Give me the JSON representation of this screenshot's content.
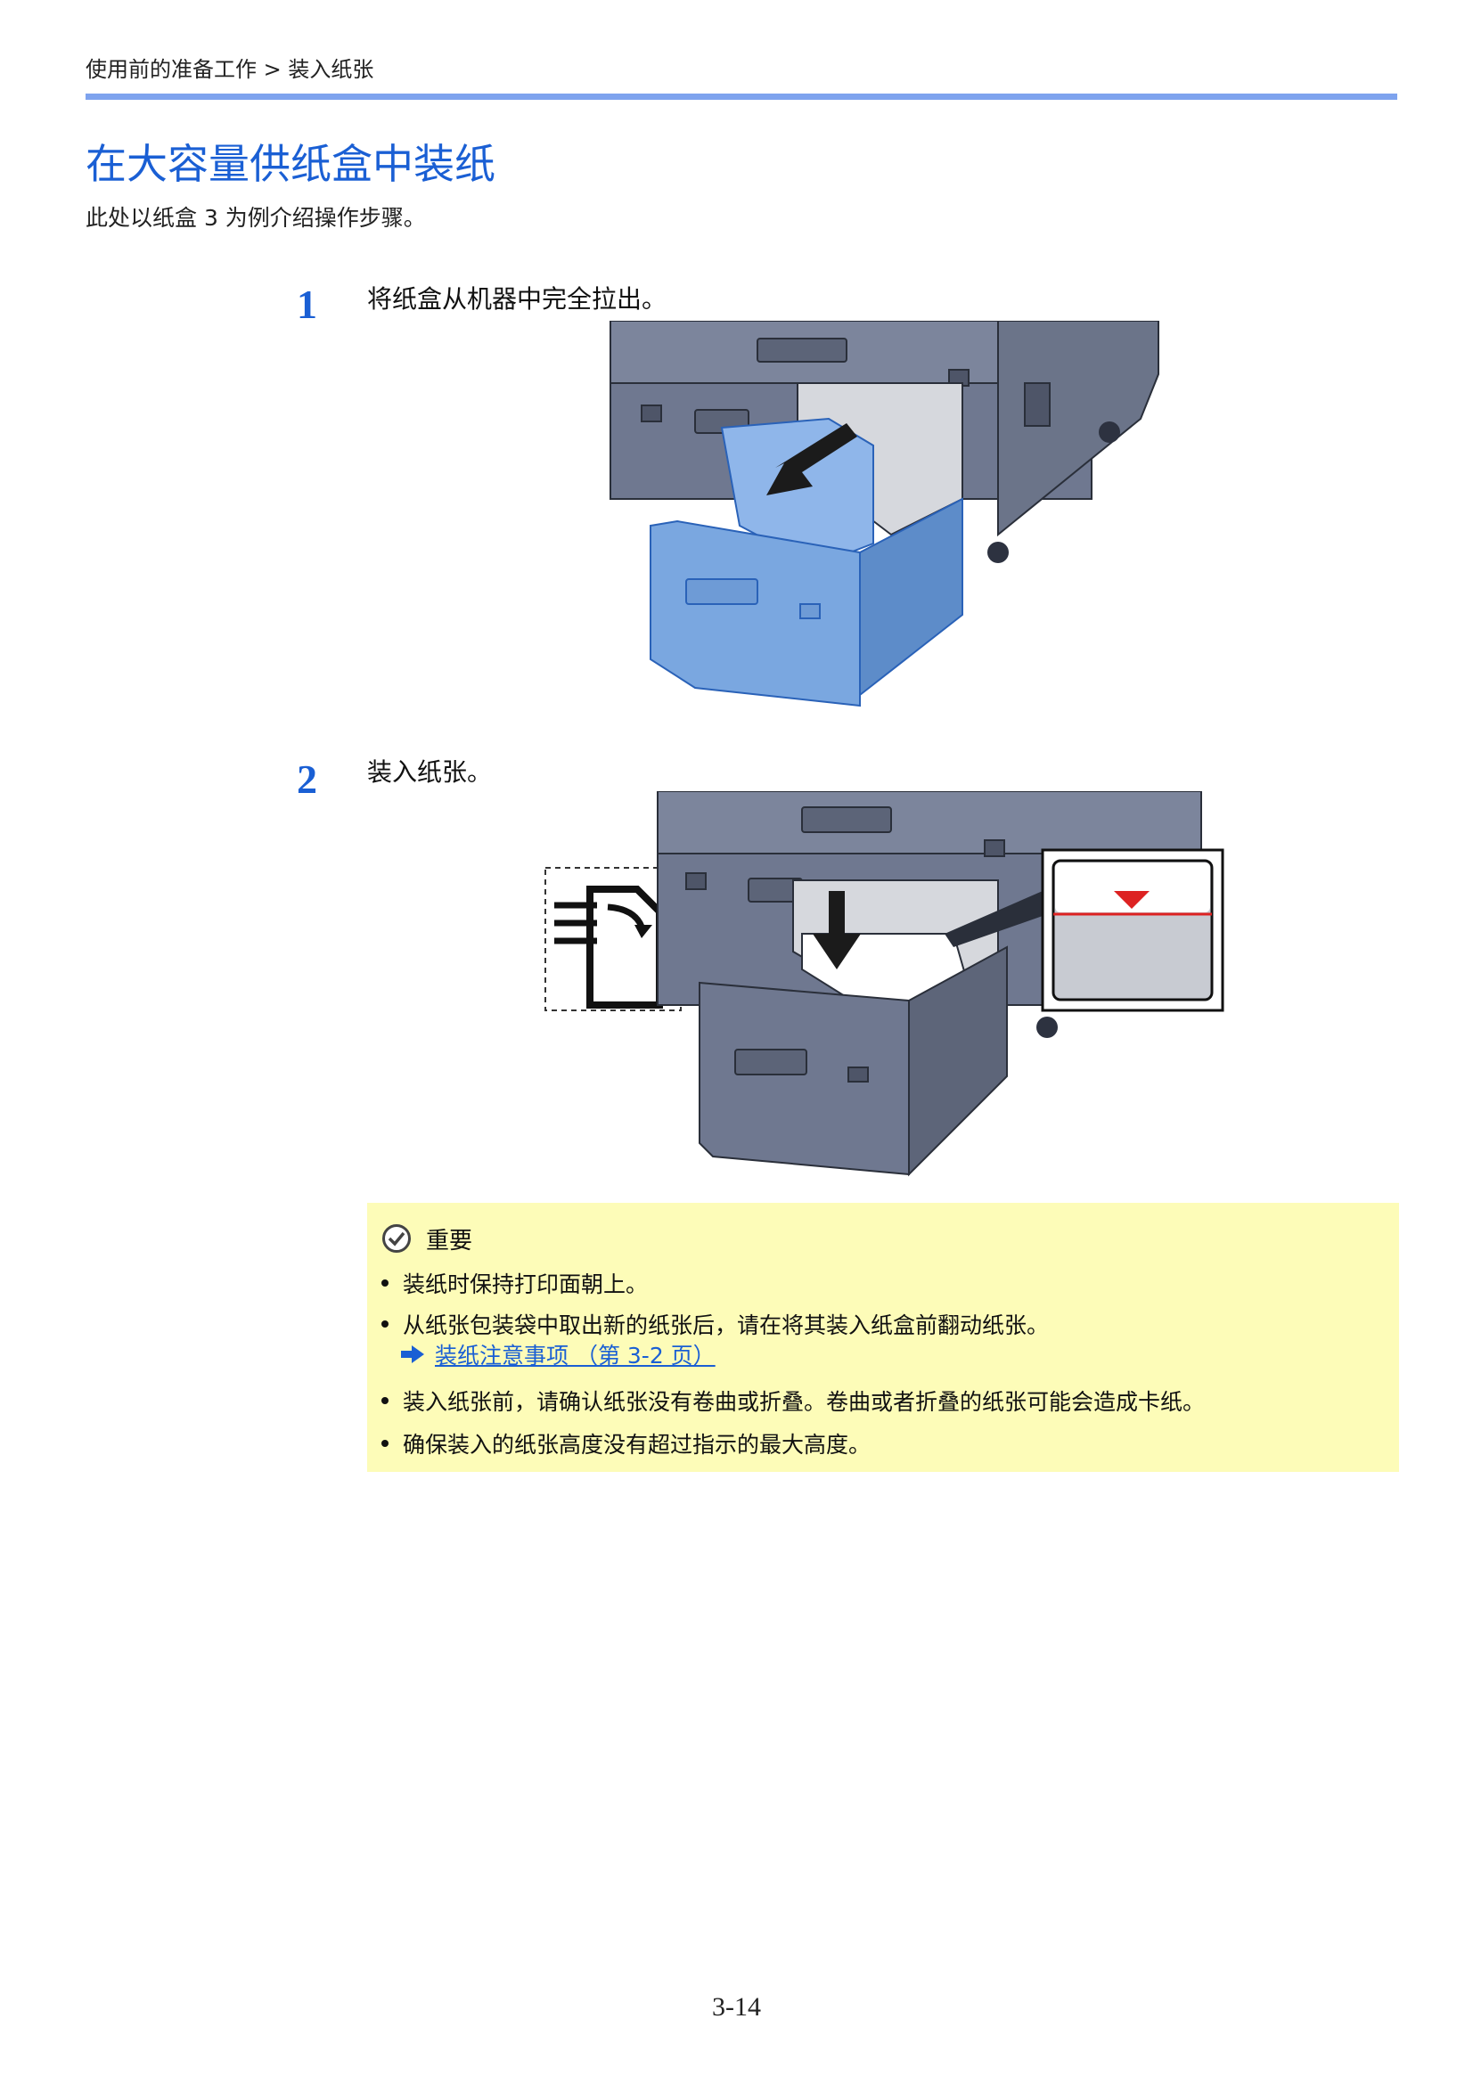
{
  "header": {
    "breadcrumb": "使用前的准备工作 > 装入纸张"
  },
  "title": "在大容量供纸盒中装纸",
  "intro": "此处以纸盒 3 为例介绍操作步骤。",
  "steps": [
    {
      "number": "1",
      "text": "将纸盒从机器中完全拉出。"
    },
    {
      "number": "2",
      "text": "装入纸张。"
    }
  ],
  "important": {
    "heading": "重要",
    "bullets": [
      "装纸时保持打印面朝上。",
      "从纸张包装袋中取出新的纸张后，请在将其装入纸盒前翻动纸张。",
      "装入纸张前，请确认纸张没有卷曲或折叠。卷曲或者折叠的纸张可能会造成卡纸。",
      "确保装入的纸张高度没有超过指示的最大高度。"
    ],
    "link": "装纸注意事项 （第 3-2 页）"
  },
  "footer": {
    "page_number": "3-14"
  },
  "colors": {
    "accent": "#1a5fd4",
    "rule": "#7ea3ee",
    "note_background": "#fdfcb8",
    "machine_gray": "#6f7890",
    "tray_blue": "#7aa7e0"
  },
  "icons": [
    "check-circle-icon",
    "arrow-right-icon",
    "paper-face-up-icon",
    "down-arrow-icon"
  ]
}
